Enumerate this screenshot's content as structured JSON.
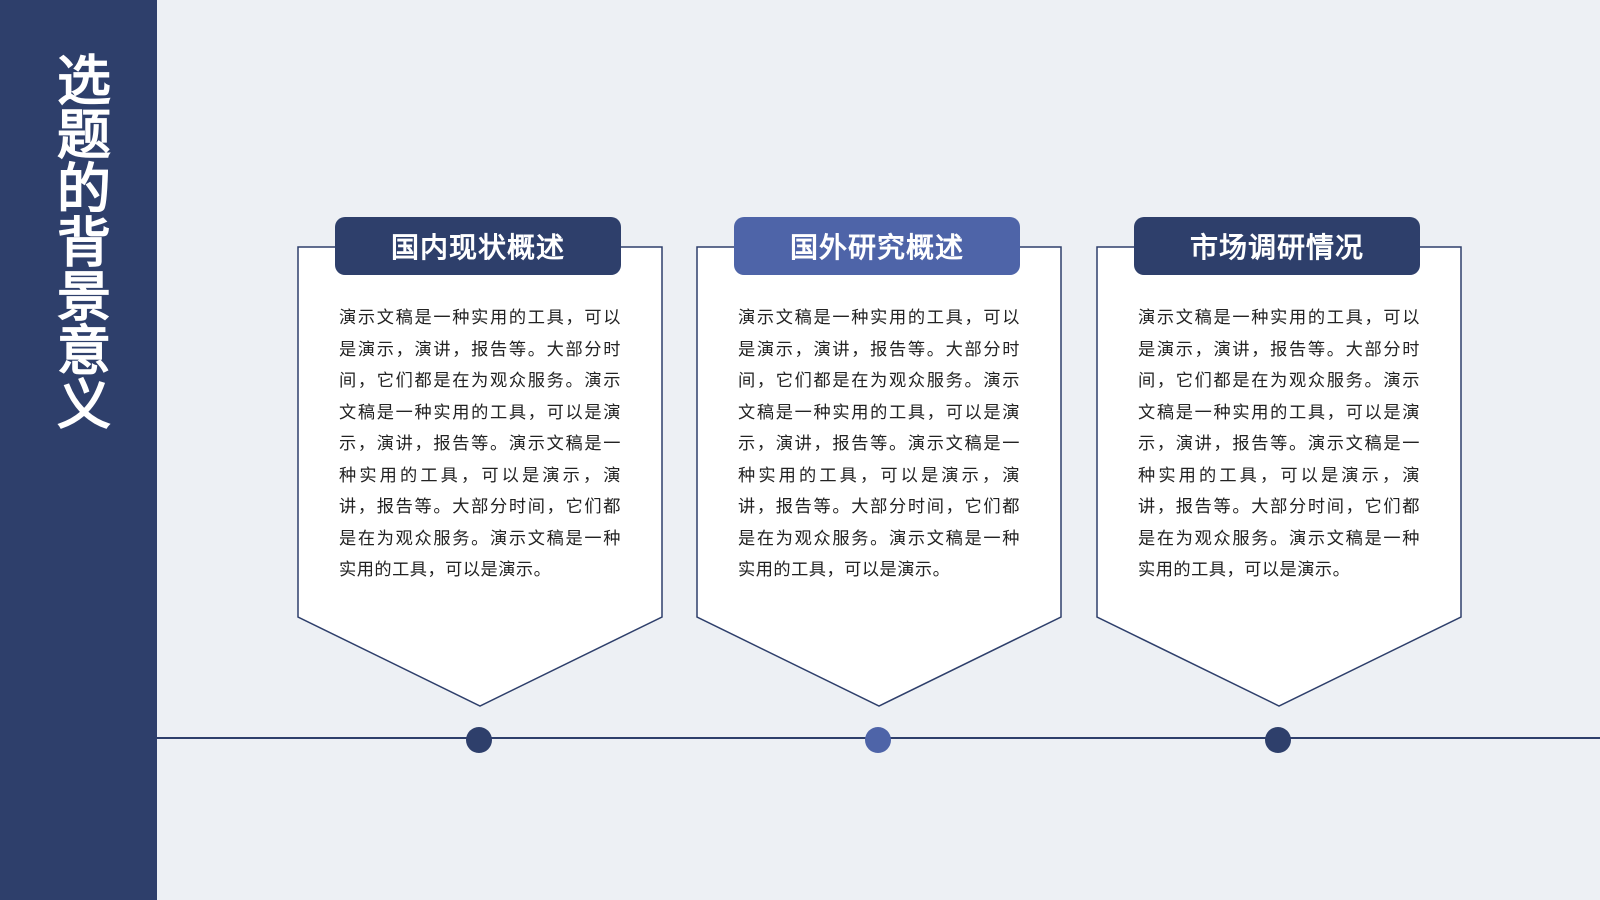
{
  "sidebar": {
    "title": "选题的背景意义",
    "color": "#2e3f6b"
  },
  "cards": [
    {
      "title": "国内现状概述",
      "tab_color": "#2e3f6b",
      "body": "演示文稿是一种实用的工具，可以是演示，演讲，报告等。大部分时间，它们都是在为观众服务。演示文稿是一种实用的工具，可以是演示，演讲，报告等。演示文稿是一种实用的工具，可以是演示，演讲，报告等。大部分时间，它们都是在为观众服务。演示文稿是一种实用的工具，可以是演示。"
    },
    {
      "title": "国外研究概述",
      "tab_color": "#4e64a8",
      "body": "演示文稿是一种实用的工具，可以是演示，演讲，报告等。大部分时间，它们都是在为观众服务。演示文稿是一种实用的工具，可以是演示，演讲，报告等。演示文稿是一种实用的工具，可以是演示，演讲，报告等。大部分时间，它们都是在为观众服务。演示文稿是一种实用的工具，可以是演示。"
    },
    {
      "title": "市场调研情况",
      "tab_color": "#2e3f6b",
      "body": "演示文稿是一种实用的工具，可以是演示，演讲，报告等。大部分时间，它们都是在为观众服务。演示文稿是一种实用的工具，可以是演示，演讲，报告等。演示文稿是一种实用的工具，可以是演示，演讲，报告等。大部分时间，它们都是在为观众服务。演示文稿是一种实用的工具，可以是演示。"
    }
  ],
  "timeline": {
    "line_color": "#2e3f6b",
    "dot_colors": [
      "#2e3f6b",
      "#4e64a8",
      "#2e3f6b"
    ]
  }
}
